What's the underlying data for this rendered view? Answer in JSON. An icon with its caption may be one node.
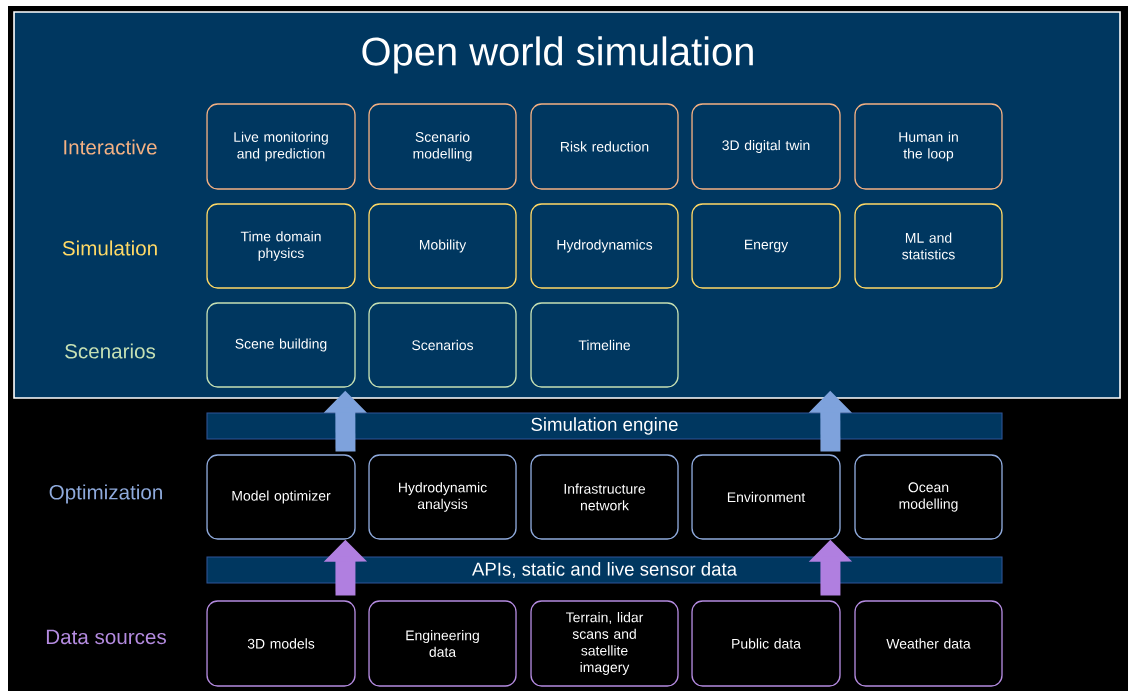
{
  "diagram": {
    "nodes": [
      {
        "text": [
          "Open world simulation"
        ]
      },
      {
        "text": [
          "Live monitoring and prediction"
        ],
        "in": 0
      },
      {
        "text": [
          "Scenario modelling"
        ],
        "in": 0
      },
      {
        "text": [
          "Risk reduction"
        ],
        "in": 0
      },
      {
        "text": [
          "3D digital twin"
        ],
        "in": 0
      },
      {
        "text": [
          "Human in the loop"
        ],
        "in": 0
      },
      {
        "text": [
          "Time domain physics"
        ],
        "in": 0
      },
      {
        "text": [
          "Mobility"
        ],
        "in": 0
      },
      {
        "text": [
          "Hydrodynamics"
        ],
        "in": 0
      },
      {
        "text": [
          "Energy"
        ],
        "in": 0
      },
      {
        "text": [
          "ML and statistics"
        ],
        "in": 0
      },
      {
        "text": [
          "Scene building"
        ],
        "in": 0
      },
      {
        "text": [
          "Scenarios"
        ],
        "in": 0
      },
      {
        "text": [
          "Timeline"
        ],
        "in": 0
      },
      {
        "text": [
          "Simulation engine"
        ]
      },
      {
        "text": [
          "Model optimizer"
        ]
      },
      {
        "text": [
          "Hydrodynamic analysis"
        ]
      },
      {
        "text": [
          "Infrastructure network"
        ]
      },
      {
        "text": [
          "Environment"
        ]
      },
      {
        "text": [
          "Ocean modelling"
        ]
      },
      {
        "text": [
          "APIs, static and live sensor data"
        ]
      },
      {
        "text": [
          "3D models"
        ]
      },
      {
        "text": [
          "Engineering data"
        ]
      },
      {
        "text": [
          "Terrain, lidar scans and satellite imagery"
        ]
      },
      {
        "text": [
          "Public data"
        ]
      },
      {
        "text": [
          "Weather data"
        ]
      }
    ],
    "edges": [
      {
        "from": 20,
        "to": 15,
        "arrow": "to",
        "color": "#b07fe0"
      },
      {
        "from": 20,
        "to": 18,
        "arrow": "to",
        "color": "#b07fe0"
      },
      {
        "from": 14,
        "to": 0,
        "arrow": "to",
        "color": "#7ea2dc"
      },
      {
        "from": 14,
        "to": 0,
        "arrow": "to",
        "color": "#7ea2dc"
      }
    ],
    "labels": [
      "Interactive",
      "Simulation",
      "Scenarios",
      "Optimization",
      "Data sources"
    ]
  }
}
